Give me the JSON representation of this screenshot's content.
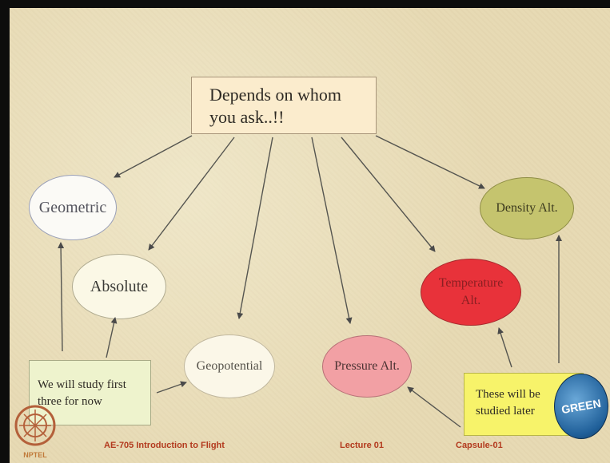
{
  "root": {
    "text_line1": "Depends on whom",
    "text_line2": "you ask..!!"
  },
  "nodes": {
    "geometric": "Geometric",
    "absolute": "Absolute",
    "geopotential": "Geopotential",
    "pressure": "Pressure Alt.",
    "temperature_line1": "Temperature",
    "temperature_line2": "Alt.",
    "density": "Density Alt."
  },
  "notes": {
    "left_line1": "We will study first",
    "left_line2": "three for now",
    "right_line1": "These will be",
    "right_line2": "studied later"
  },
  "footer": {
    "course": "AE-705 Introduction to Flight",
    "lecture": "Lecture 01",
    "capsule": "Capsule-01",
    "logo_text": "NPTEL",
    "badge_text": "GREEN"
  },
  "colors": {
    "background": "#e7dab4",
    "temperature_fill": "#e8323a",
    "pressure_fill": "#f2a0a4",
    "density_fill": "#c5c46e",
    "right_note_fill": "#f7f36a",
    "footer_text": "#b33a1e"
  }
}
